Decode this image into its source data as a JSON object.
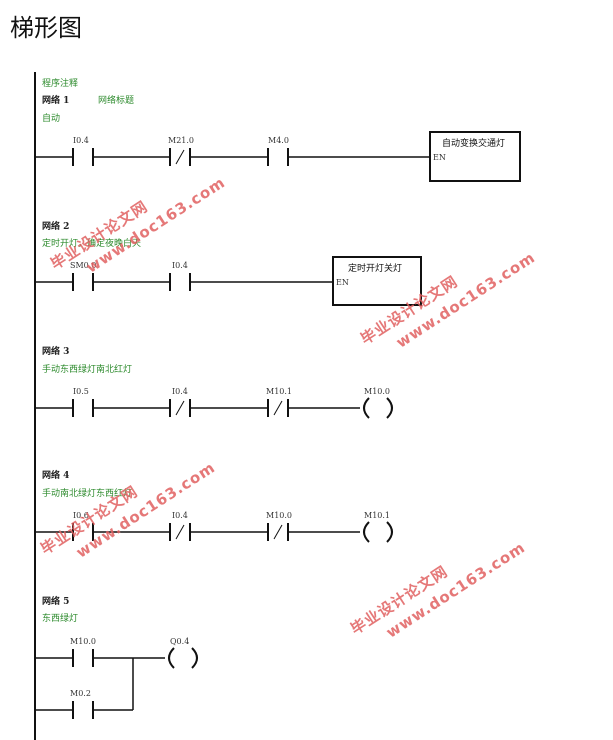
{
  "title": "梯形图",
  "program_comment": "程序注释",
  "colors": {
    "ink": "#111111",
    "comment": "#2e8b2e",
    "watermark": "#e06060"
  },
  "networks": [
    {
      "label": "网络 1",
      "title": "网络标题",
      "comment": "自动",
      "c1": "I0.4",
      "c2": "M21.0",
      "c3": "M4.0",
      "box": "自动变换交通灯",
      "en": "EN"
    },
    {
      "label": "网络 2",
      "comment": "定时开灯，确定夜晚白天",
      "c1": "SM0.0",
      "c2": "I0.4",
      "box": "定时开灯关灯",
      "en": "EN"
    },
    {
      "label": "网络 3",
      "comment": "手动东西绿灯南北红灯",
      "c1": "I0.5",
      "c2": "I0.4",
      "c3": "M10.1",
      "coil": "M10.0"
    },
    {
      "label": "网络 4",
      "comment": "手动南北绿灯东西红灯",
      "c1": "I0.6",
      "c2": "I0.4",
      "c3": "M10.0",
      "coil": "M10.1"
    },
    {
      "label": "网络 5",
      "comment": "东西绿灯",
      "c1": "M10.0",
      "c2": "M0.2",
      "coil": "Q0.4"
    }
  ],
  "watermark": {
    "text": "毕业设计论文网",
    "url": "www.doc163.com"
  }
}
